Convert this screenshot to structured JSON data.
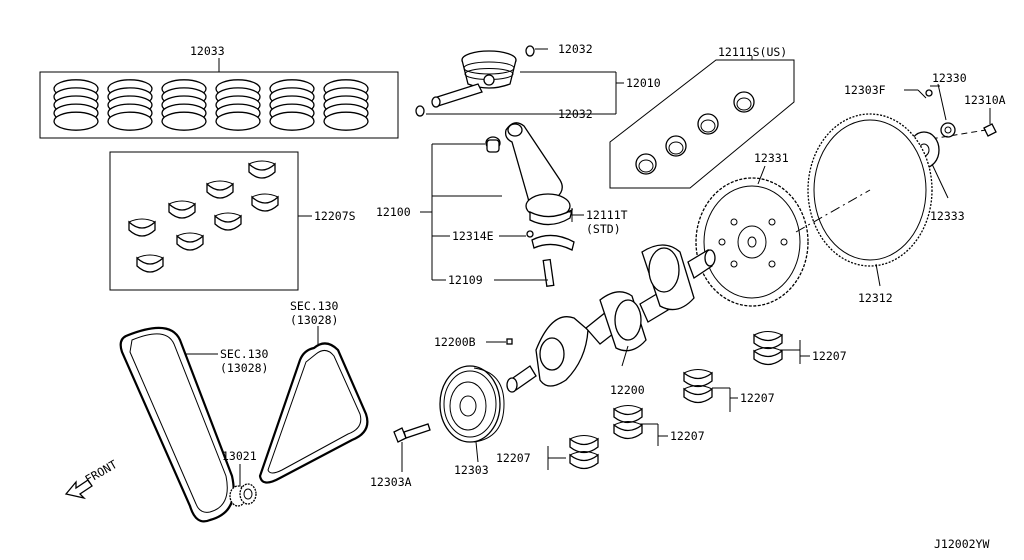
{
  "labels": {
    "piston_rings": "12033",
    "main_bearing_set": "12207S",
    "piston_pin_clip_top": "12032",
    "piston_assembly": "12010",
    "piston_pin_clip_bottom": "12032",
    "conrod_bearing_us": "12111S(US)",
    "conrod_assembly": "12100",
    "conrod_bearing_std_code": "12111T",
    "conrod_bearing_std_note": "(STD)",
    "conrod_nut": "12314E",
    "conrod_bolt": "12109",
    "flywheel_bolt_pin": "12303F",
    "flywheel_plate": "12330",
    "flywheel_bolt": "12310A",
    "drive_plate": "12331",
    "reinforcement_plate": "12333",
    "ring_gear": "12312",
    "sec_top": "SEC.130",
    "sec_top_code": "(13028)",
    "sec_left": "SEC.130",
    "sec_left_code": "(13028)",
    "key": "12200B",
    "crankshaft": "12200",
    "sprocket": "13021",
    "front_arrow": "FRONT",
    "pulley_bolt": "12303A",
    "crank_pulley": "12303",
    "main_bearing_a": "12207",
    "main_bearing_b": "12207",
    "main_bearing_c": "12207",
    "main_bearing_d": "12207",
    "diagram_code": "J12002YW"
  }
}
